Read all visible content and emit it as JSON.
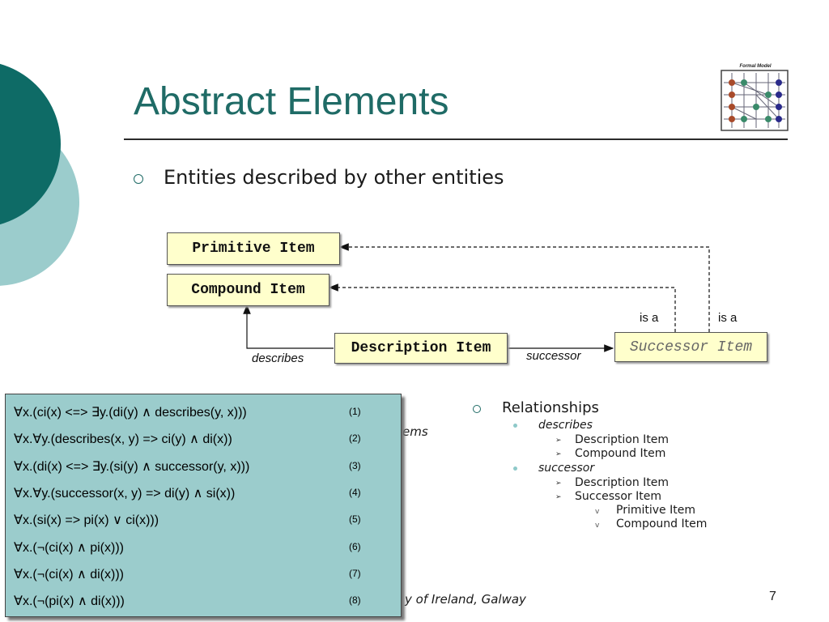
{
  "slide": {
    "title": "Abstract Elements",
    "bullet": "Entities described by other entities",
    "page_number": "7",
    "footer": "y of Ireland, Galway",
    "hidden_fragment": "ems"
  },
  "logo": {
    "caption": "Formal Model"
  },
  "diagram": {
    "boxes": {
      "primitive": "Primitive Item",
      "compound": "Compound Item",
      "description": "Description Item",
      "successor": "Successor Item"
    },
    "labels": {
      "is_a_1": "is a",
      "is_a_2": "is a",
      "describes": "describes",
      "successor": "successor"
    }
  },
  "relationships": {
    "title": "Relationships",
    "groups": [
      {
        "name": "describes",
        "items": [
          "Description Item",
          "Compound Item"
        ]
      },
      {
        "name": "successor",
        "items": [
          "Description Item",
          "Successor Item"
        ],
        "sub_items": [
          "Primitive Item",
          "Compound Item"
        ]
      }
    ]
  },
  "formulas": [
    {
      "expr": "∀x.(ci(x) <=> ∃y.(di(y) ∧ describes(y, x)))",
      "num": "(1)"
    },
    {
      "expr": "∀x.∀y.(describes(x, y) => ci(y) ∧ di(x))",
      "num": "(2)"
    },
    {
      "expr": "∀x.(di(x) <=> ∃y.(si(y) ∧ successor(y, x)))",
      "num": "(3)"
    },
    {
      "expr": "∀x.∀y.(successor(x, y) => di(y) ∧ si(x))",
      "num": "(4)"
    },
    {
      "expr": "∀x.(si(x) => pi(x) ∨ ci(x)))",
      "num": "(5)"
    },
    {
      "expr": "∀x.(¬(ci(x) ∧ pi(x)))",
      "num": "(6)"
    },
    {
      "expr": "∀x.(¬(ci(x) ∧ di(x)))",
      "num": "(7)"
    },
    {
      "expr": "∀x.(¬(pi(x) ∧ di(x)))",
      "num": "(8)"
    }
  ],
  "colors": {
    "title": "#1f6b66",
    "dark_teal": "#0e6b66",
    "light_teal": "#9bcccc",
    "box_fill": "#ffffcc"
  }
}
